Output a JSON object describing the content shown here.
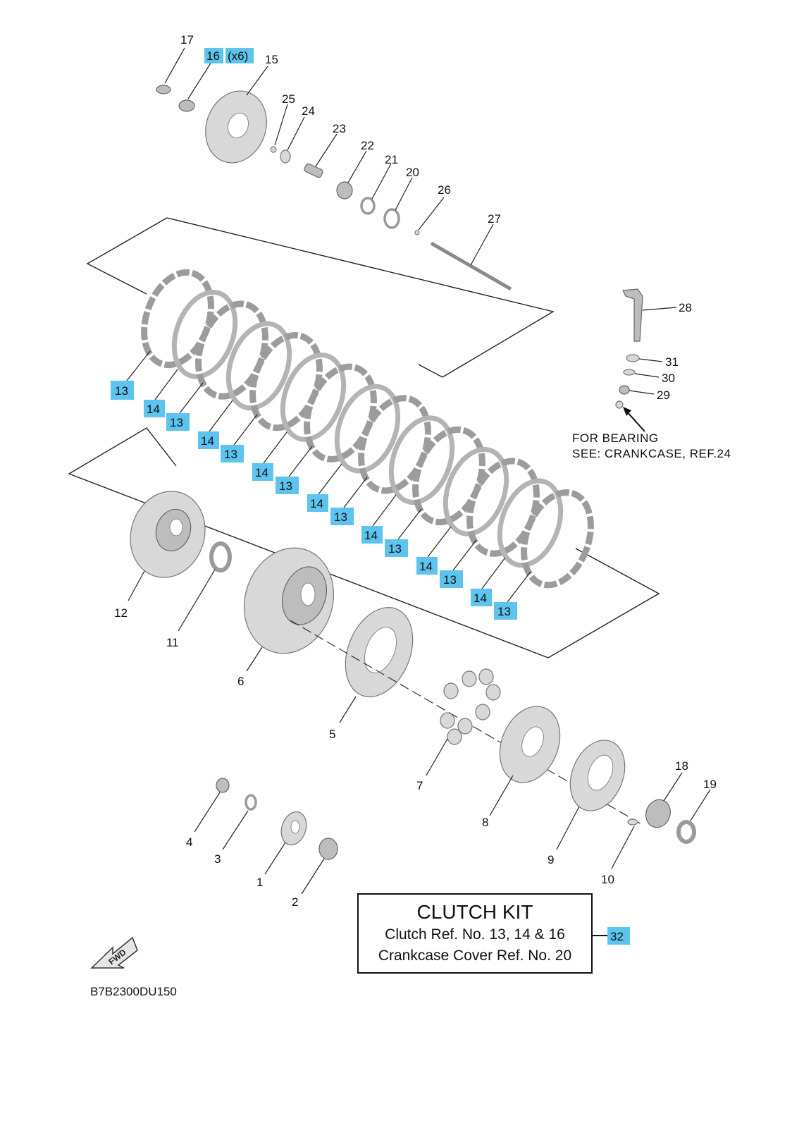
{
  "diagram_code": "B7B2300DU150",
  "fwd_label": "FWD",
  "bearing_note": {
    "line1": "FOR BEARING",
    "line2": "SEE: CRANKCASE, REF.24"
  },
  "clutch_kit": {
    "title": "CLUTCH KIT",
    "line1": "Clutch Ref. No. 13, 14 & 16",
    "line2": "Crankcase Cover Ref. No. 20",
    "ref": "32"
  },
  "labels": {
    "p1": "1",
    "p2": "2",
    "p3": "3",
    "p4": "4",
    "p5": "5",
    "p6": "6",
    "p7": "7",
    "p8": "8",
    "p9": "9",
    "p10": "10",
    "p11": "11",
    "p12": "12",
    "p15": "15",
    "p16": "16",
    "p16_qty": "(x6)",
    "p17": "17",
    "p18": "18",
    "p19": "19",
    "p20": "20",
    "p21": "21",
    "p22": "22",
    "p23": "23",
    "p24": "24",
    "p25": "25",
    "p26": "26",
    "p27": "27",
    "p28": "28",
    "p29": "29",
    "p30": "30",
    "p31": "31",
    "plate13": "13",
    "plate14": "14"
  },
  "colors": {
    "highlight": "#5cc4ee"
  }
}
